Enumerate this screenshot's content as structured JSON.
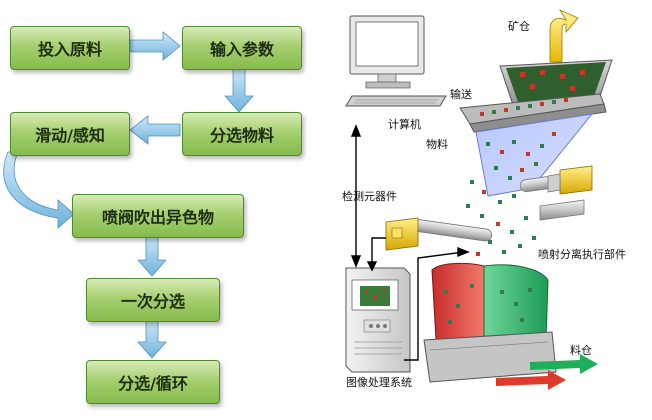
{
  "flowchart": {
    "steps": [
      "投入原料",
      "输入参数",
      "分选物料",
      "滑动/感知",
      "喷阀吹出异色物",
      "一次分选",
      "分选/循环"
    ]
  },
  "machine": {
    "labels": {
      "ore_bin": "矿仓",
      "computer": "计算机",
      "conveyor": "输送",
      "material": "物料",
      "detector": "检测元器件",
      "ejector": "喷射分离执行部件",
      "output_bin": "料仓",
      "image_system": "图像处理系统"
    }
  }
}
